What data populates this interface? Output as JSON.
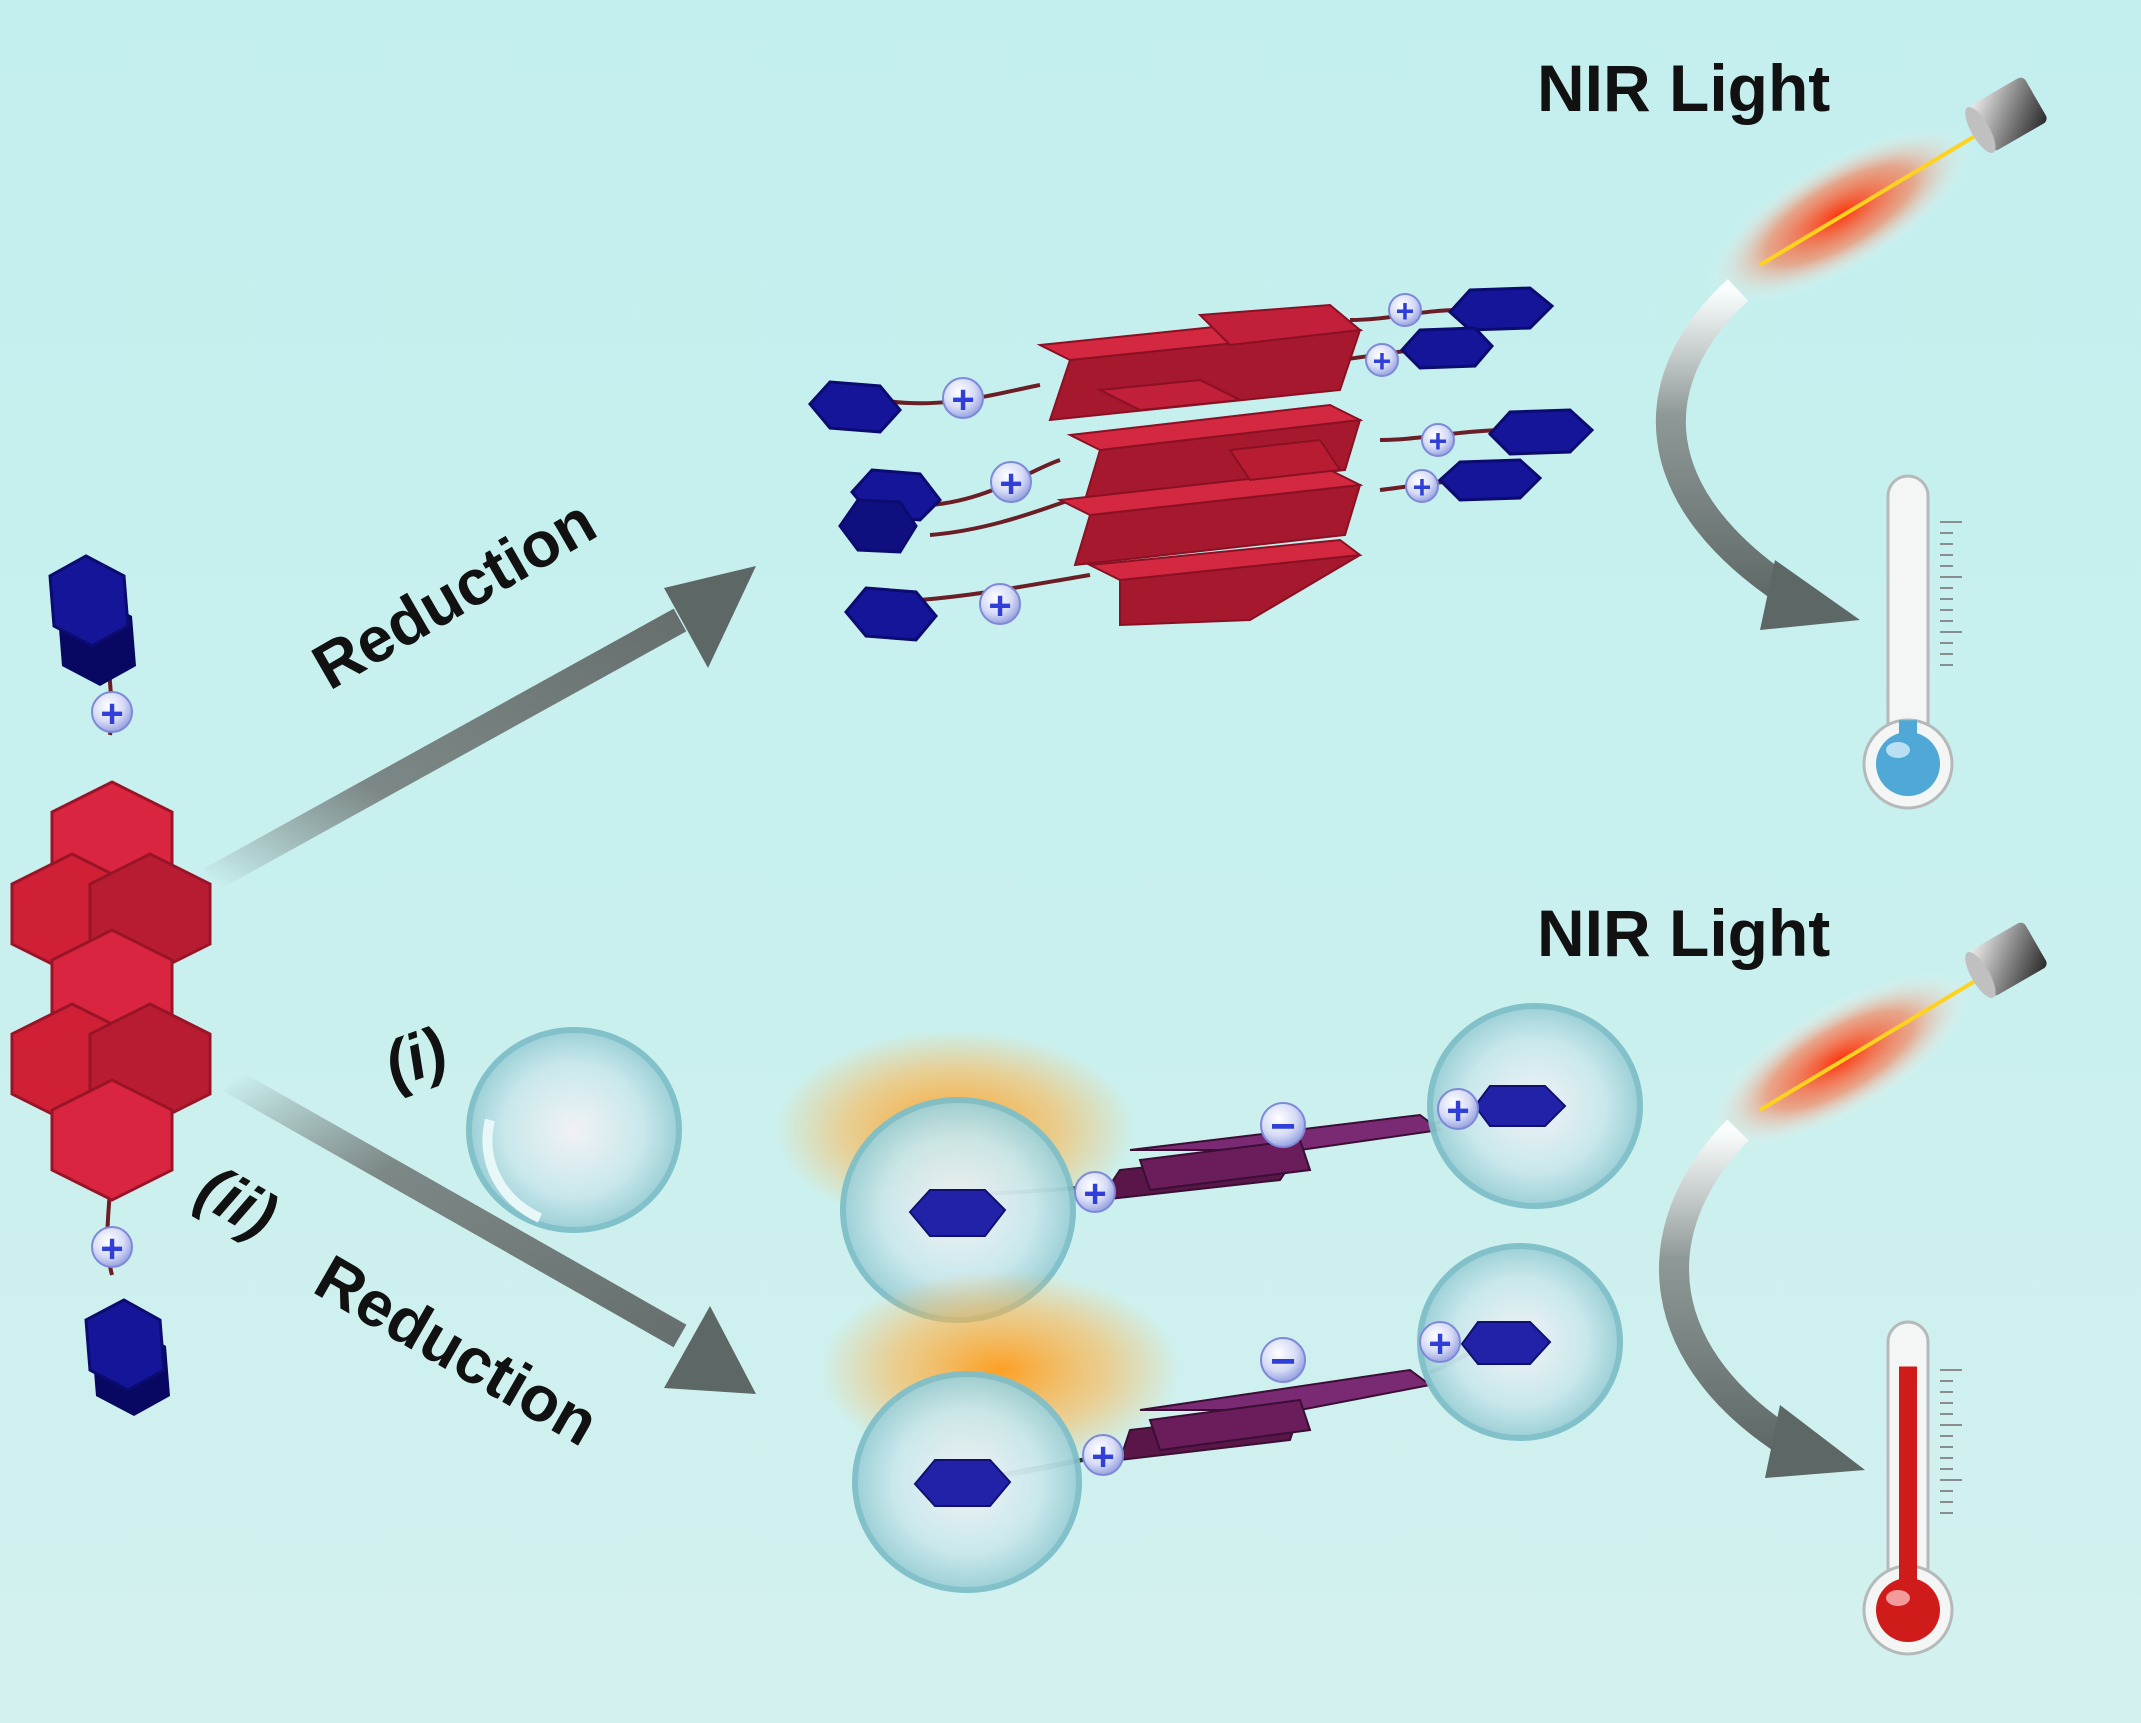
{
  "labels": {
    "nir_light_top": "NIR Light",
    "nir_light_bottom": "NIR Light",
    "reduction_top": "Reduction",
    "reduction_bottom": "Reduction",
    "step_i": "(i)",
    "step_ii": "(ii)"
  },
  "symbols": {
    "cation": "+",
    "anion": "−"
  },
  "colors": {
    "background": "#c6efee",
    "perylene_red": "#d9253f",
    "perylene_reduced": "#6a1d5a",
    "pyrene_blue": "#13138f",
    "arrow_gray": "#6f7b7a",
    "laser_red": "#ff3a10",
    "thermometer_cold": "#4fa8d6",
    "thermometer_hot": "#d01b1b",
    "charge_blue": "#2f3fd8"
  },
  "thermometer_levels": {
    "top": 0.15,
    "bottom": 0.9
  }
}
